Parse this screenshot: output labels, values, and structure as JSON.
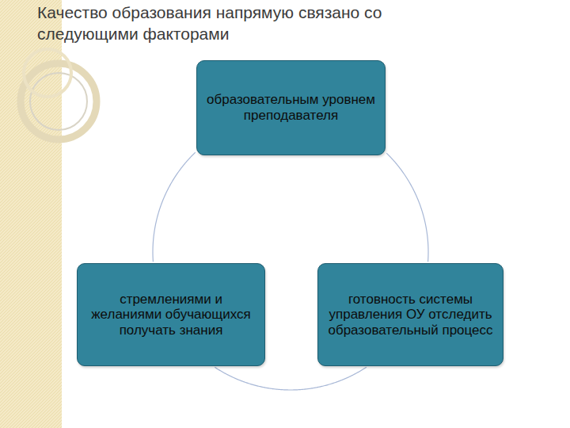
{
  "diagram": {
    "title": "Качество образования напрямую связано со следующими факторами",
    "nodes": [
      {
        "text": [
          "образовательным уровнем преподавателя"
        ]
      },
      {
        "text": [
          "стремлениями и желаниями обучающихся получать знания"
        ]
      },
      {
        "text": [
          "готовность системы управления ОУ отследить образовательный процесс"
        ]
      }
    ],
    "edges": [
      {
        "from": 0,
        "to": 2,
        "arrow": "none"
      },
      {
        "from": 2,
        "to": 1,
        "arrow": "none"
      },
      {
        "from": 1,
        "to": 0,
        "arrow": "none"
      }
    ]
  }
}
